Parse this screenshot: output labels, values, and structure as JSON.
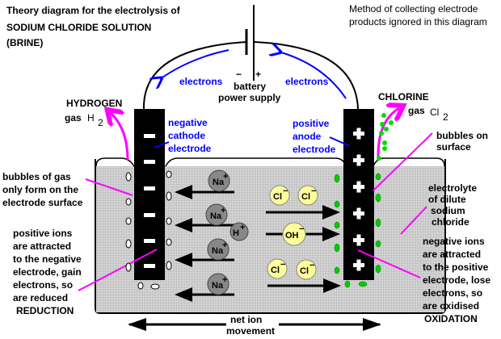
{
  "title": {
    "line1": "Theory diagram for the electrolysis of",
    "line2": "SODIUM CHLORIDE SOLUTION",
    "line3": "(BRINE)"
  },
  "note": {
    "line1": "Method of collecting electrode",
    "line2": "products ignored in this diagram"
  },
  "battery": {
    "minus": "−",
    "plus": "+",
    "label1": "battery",
    "label2": "power supply"
  },
  "electrons_left": "electrons",
  "electrons_right": "electrons",
  "hydrogen": {
    "line1": "HYDROGEN",
    "gas": "gas",
    "formula": "H",
    "sub": "2"
  },
  "chlorine": {
    "line1": "CHLORINE",
    "gas": "gas",
    "formula": "Cl",
    "sub": "2"
  },
  "cathode": {
    "line1": "negative",
    "line2": "cathode",
    "line3": "electrode",
    "sign": "−"
  },
  "anode": {
    "line1": "positive",
    "line2": "anode",
    "line3": "electrode",
    "sign": "+"
  },
  "bubbles_gas": {
    "line1": "bubbles of gas",
    "line2": "only form on the",
    "line3": "electrode surface"
  },
  "bubbles_surface": {
    "line1": "bubbles on",
    "line2": "surface"
  },
  "electrolyte": {
    "line1": "electrolyte",
    "line2": "of dilute",
    "line3": "sodium",
    "line4": "chloride"
  },
  "positive_ions": {
    "line1": "positive ions",
    "line2": "are attracted",
    "line3": "to the negative",
    "line4": "electrode, gain",
    "line5": "electrons, so",
    "line6": "are reduced",
    "line7": "REDUCTION"
  },
  "negative_ions": {
    "line1": "negative ions",
    "line2": "are attracted",
    "line3": "to the positive",
    "line4": "electrode, lose",
    "line5": "electrons, so",
    "line6": "are oxidised",
    "line7": "OXIDATION"
  },
  "ions": {
    "na": "Na",
    "na_charge": "+",
    "h": "H",
    "h_charge": "+",
    "cl": "Cl",
    "cl_charge": "−",
    "oh": "OH",
    "oh_charge": "−"
  },
  "net_ion": {
    "line1": "net ion",
    "line2": "movement"
  },
  "colors": {
    "electrolyte": "#c8c8c8",
    "electrode": "#000000",
    "electron_arrow": "#0000ff",
    "pointer": "#ff00ff",
    "chlorine_bubble": "#00dd00",
    "cation": "#808080",
    "anion": "#ffff88"
  }
}
